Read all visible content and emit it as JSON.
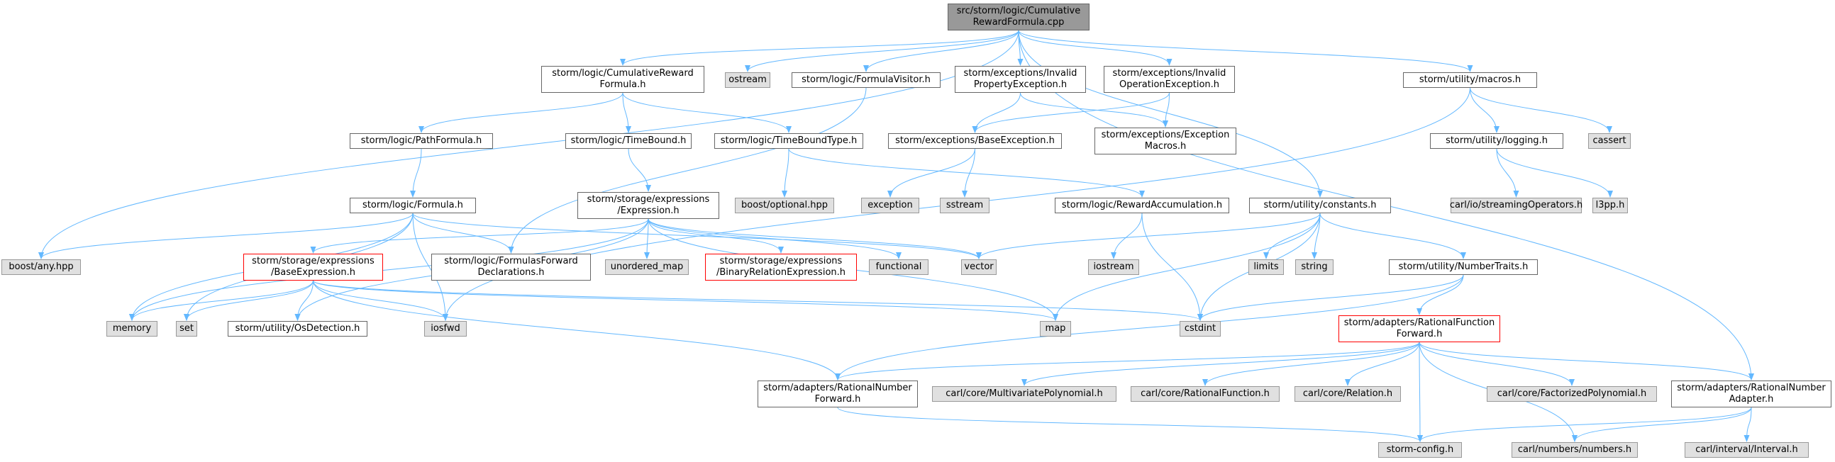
{
  "colors": {
    "edge": "#63b8ff",
    "current": "#999999",
    "system": "#e0e0e0",
    "incomplete": "#ff0000"
  },
  "nodes": [
    {
      "id": "root",
      "label": "src/storm/logic/Cumulative\nRewardFormula.cpp",
      "kind": "current"
    },
    {
      "id": "cumrew",
      "label": "storm/logic/CumulativeReward\nFormula.h",
      "kind": "normal"
    },
    {
      "id": "ostream",
      "label": "ostream",
      "kind": "system"
    },
    {
      "id": "fvisitor",
      "label": "storm/logic/FormulaVisitor.h",
      "kind": "normal"
    },
    {
      "id": "invprop",
      "label": "storm/exceptions/Invalid\nPropertyException.h",
      "kind": "normal"
    },
    {
      "id": "invop",
      "label": "storm/exceptions/Invalid\nOperationException.h",
      "kind": "normal"
    },
    {
      "id": "macros",
      "label": "storm/utility/macros.h",
      "kind": "normal"
    },
    {
      "id": "pathf",
      "label": "storm/logic/PathFormula.h",
      "kind": "normal"
    },
    {
      "id": "timebound",
      "label": "storm/logic/TimeBound.h",
      "kind": "normal"
    },
    {
      "id": "tbtype",
      "label": "storm/logic/TimeBoundType.h",
      "kind": "normal"
    },
    {
      "id": "baseexc",
      "label": "storm/exceptions/BaseException.h",
      "kind": "normal"
    },
    {
      "id": "excmacros",
      "label": "storm/exceptions/Exception\nMacros.h",
      "kind": "normal"
    },
    {
      "id": "logging",
      "label": "storm/utility/logging.h",
      "kind": "normal"
    },
    {
      "id": "cassert",
      "label": "cassert",
      "kind": "system"
    },
    {
      "id": "formula",
      "label": "storm/logic/Formula.h",
      "kind": "normal"
    },
    {
      "id": "expr",
      "label": "storm/storage/expressions\n/Expression.h",
      "kind": "normal"
    },
    {
      "id": "boostopt",
      "label": "boost/optional.hpp",
      "kind": "system"
    },
    {
      "id": "exception",
      "label": "exception",
      "kind": "system"
    },
    {
      "id": "sstream",
      "label": "sstream",
      "kind": "system"
    },
    {
      "id": "rewacc",
      "label": "storm/logic/RewardAccumulation.h",
      "kind": "normal"
    },
    {
      "id": "constants",
      "label": "storm/utility/constants.h",
      "kind": "normal"
    },
    {
      "id": "carlstream",
      "label": "carl/io/streamingOperators.h",
      "kind": "system"
    },
    {
      "id": "l3pp",
      "label": "l3pp.h",
      "kind": "system"
    },
    {
      "id": "boostany",
      "label": "boost/any.hpp",
      "kind": "system"
    },
    {
      "id": "baseexpr",
      "label": "storm/storage/expressions\n/BaseExpression.h",
      "kind": "incomplete"
    },
    {
      "id": "ffwd",
      "label": "storm/logic/FormulasForward\nDeclarations.h",
      "kind": "normal"
    },
    {
      "id": "unordmap",
      "label": "unordered_map",
      "kind": "system"
    },
    {
      "id": "binrel",
      "label": "storm/storage/expressions\n/BinaryRelationExpression.h",
      "kind": "incomplete"
    },
    {
      "id": "functional",
      "label": "functional",
      "kind": "system"
    },
    {
      "id": "vector",
      "label": "vector",
      "kind": "system"
    },
    {
      "id": "iostream",
      "label": "iostream",
      "kind": "system"
    },
    {
      "id": "limits",
      "label": "limits",
      "kind": "system"
    },
    {
      "id": "string",
      "label": "string",
      "kind": "system"
    },
    {
      "id": "numtraits",
      "label": "storm/utility/NumberTraits.h",
      "kind": "normal"
    },
    {
      "id": "memory",
      "label": "memory",
      "kind": "system"
    },
    {
      "id": "set",
      "label": "set",
      "kind": "system"
    },
    {
      "id": "osdet",
      "label": "storm/utility/OsDetection.h",
      "kind": "normal"
    },
    {
      "id": "iosfwd",
      "label": "iosfwd",
      "kind": "system"
    },
    {
      "id": "map",
      "label": "map",
      "kind": "system"
    },
    {
      "id": "cstdint",
      "label": "cstdint",
      "kind": "system"
    },
    {
      "id": "ratfuncfwd",
      "label": "storm/adapters/RationalFunction\nForward.h",
      "kind": "incomplete"
    },
    {
      "id": "ratnumfwd",
      "label": "storm/adapters/RationalNumber\nForward.h",
      "kind": "normal"
    },
    {
      "id": "multipoly",
      "label": "carl/core/MultivariatePolynomial.h",
      "kind": "system"
    },
    {
      "id": "ratfunc",
      "label": "carl/core/RationalFunction.h",
      "kind": "system"
    },
    {
      "id": "relation",
      "label": "carl/core/Relation.h",
      "kind": "system"
    },
    {
      "id": "factpoly",
      "label": "carl/core/FactorizedPolynomial.h",
      "kind": "system"
    },
    {
      "id": "ratnumadapt",
      "label": "storm/adapters/RationalNumber\nAdapter.h",
      "kind": "normal"
    },
    {
      "id": "stormconfig",
      "label": "storm-config.h",
      "kind": "system"
    },
    {
      "id": "carlnumbers",
      "label": "carl/numbers/numbers.h",
      "kind": "system"
    },
    {
      "id": "carlinterval",
      "label": "carl/interval/Interval.h",
      "kind": "system"
    }
  ],
  "edges": [
    [
      "root",
      "cumrew"
    ],
    [
      "root",
      "ostream"
    ],
    [
      "root",
      "fvisitor"
    ],
    [
      "root",
      "invprop"
    ],
    [
      "root",
      "invop"
    ],
    [
      "root",
      "macros"
    ],
    [
      "root",
      "boostany"
    ],
    [
      "root",
      "constants"
    ],
    [
      "root",
      "ratnumadapt"
    ],
    [
      "cumrew",
      "pathf"
    ],
    [
      "cumrew",
      "timebound"
    ],
    [
      "cumrew",
      "tbtype"
    ],
    [
      "fvisitor",
      "ffwd"
    ],
    [
      "invprop",
      "baseexc"
    ],
    [
      "invprop",
      "excmacros"
    ],
    [
      "invop",
      "baseexc"
    ],
    [
      "invop",
      "excmacros"
    ],
    [
      "macros",
      "logging"
    ],
    [
      "macros",
      "cassert"
    ],
    [
      "macros",
      "iosfwd"
    ],
    [
      "pathf",
      "formula"
    ],
    [
      "timebound",
      "expr"
    ],
    [
      "tbtype",
      "boostopt"
    ],
    [
      "tbtype",
      "rewacc"
    ],
    [
      "baseexc",
      "exception"
    ],
    [
      "baseexc",
      "sstream"
    ],
    [
      "logging",
      "carlstream"
    ],
    [
      "logging",
      "l3pp"
    ],
    [
      "formula",
      "boostany"
    ],
    [
      "formula",
      "memory"
    ],
    [
      "formula",
      "set"
    ],
    [
      "formula",
      "iosfwd"
    ],
    [
      "formula",
      "ffwd"
    ],
    [
      "formula",
      "vector"
    ],
    [
      "expr",
      "baseexpr"
    ],
    [
      "expr",
      "unordmap"
    ],
    [
      "expr",
      "binrel"
    ],
    [
      "expr",
      "functional"
    ],
    [
      "expr",
      "vector"
    ],
    [
      "expr",
      "map"
    ],
    [
      "expr",
      "memory"
    ],
    [
      "expr",
      "osdet"
    ],
    [
      "rewacc",
      "iostream"
    ],
    [
      "rewacc",
      "cstdint"
    ],
    [
      "constants",
      "vector"
    ],
    [
      "constants",
      "limits"
    ],
    [
      "constants",
      "string"
    ],
    [
      "constants",
      "numtraits"
    ],
    [
      "constants",
      "map"
    ],
    [
      "constants",
      "cstdint"
    ],
    [
      "baseexpr",
      "memory"
    ],
    [
      "baseexpr",
      "set"
    ],
    [
      "baseexpr",
      "osdet"
    ],
    [
      "baseexpr",
      "iosfwd"
    ],
    [
      "baseexpr",
      "map"
    ],
    [
      "baseexpr",
      "cstdint"
    ],
    [
      "baseexpr",
      "ratnumfwd"
    ],
    [
      "numtraits",
      "cstdint"
    ],
    [
      "numtraits",
      "ratfuncfwd"
    ],
    [
      "numtraits",
      "ratnumfwd"
    ],
    [
      "ratfuncfwd",
      "ratnumfwd"
    ],
    [
      "ratfuncfwd",
      "multipoly"
    ],
    [
      "ratfuncfwd",
      "ratfunc"
    ],
    [
      "ratfuncfwd",
      "relation"
    ],
    [
      "ratfuncfwd",
      "factpoly"
    ],
    [
      "ratfuncfwd",
      "ratnumadapt"
    ],
    [
      "ratfuncfwd",
      "stormconfig"
    ],
    [
      "ratfuncfwd",
      "carlnumbers"
    ],
    [
      "ratnumfwd",
      "stormconfig"
    ],
    [
      "ratnumadapt",
      "stormconfig"
    ],
    [
      "ratnumadapt",
      "carlnumbers"
    ],
    [
      "ratnumadapt",
      "carlinterval"
    ]
  ]
}
